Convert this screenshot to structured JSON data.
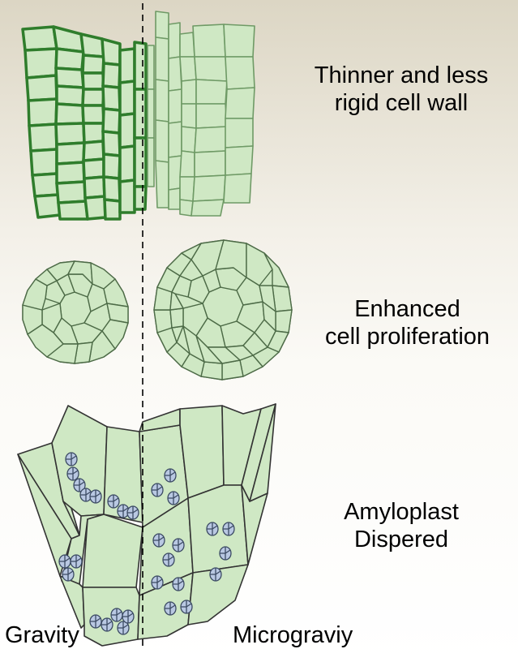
{
  "labels": {
    "cell_wall": [
      "Thinner and less",
      "rigid cell wall"
    ],
    "proliferation": [
      "Enhanced",
      "cell proliferation"
    ],
    "amyloplast": [
      "Amyloplast",
      "Dispered"
    ],
    "gravity": "Gravity",
    "microgravity": "Micrograviy"
  },
  "colors": {
    "cell_fill": "#cfe8c4",
    "cell_fill_light": "#dff0d6",
    "thick_wall": "#2f7d2c",
    "thin_wall": "#5f8f55",
    "outline": "#333333",
    "amyloplast_fill": "#b9c8e2",
    "amyloplast_stroke": "#3b4a63"
  }
}
